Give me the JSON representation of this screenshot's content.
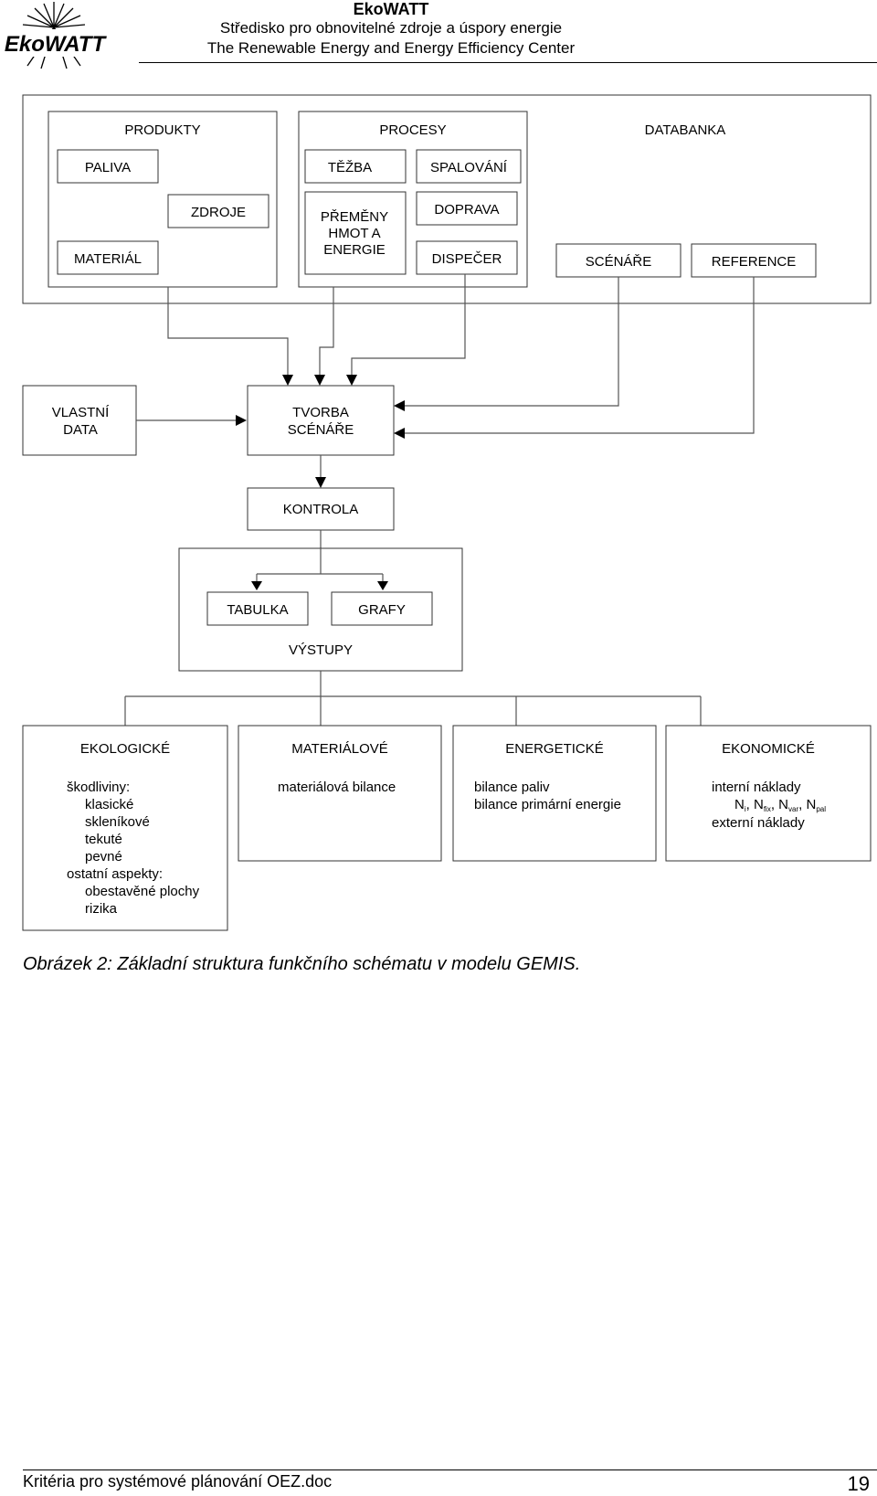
{
  "header": {
    "logo_text": "EkoWATT",
    "org": "EkoWATT",
    "line1": "Středisko pro obnovitelné zdroje a úspory energie",
    "line2": "The Renewable Energy and Energy Efficiency Center"
  },
  "diagram": {
    "produkty": {
      "title": "PRODUKTY",
      "paliva": "PALIVA",
      "zdroje": "ZDROJE",
      "material": "MATERIÁL"
    },
    "procesy": {
      "title": "PROCESY",
      "tezba": "TĚŽBA",
      "spalovani": "SPALOVÁNÍ",
      "premeny": [
        "PŘEMĚNY",
        "HMOT A",
        "ENERGIE"
      ],
      "doprava": "DOPRAVA",
      "dispecer": "DISPEČER"
    },
    "databanka": {
      "title": "DATABANKA",
      "scenare": "SCÉNÁŘE",
      "reference": "REFERENCE"
    },
    "vlastni_data": [
      "VLASTNÍ",
      "DATA"
    ],
    "tvorba_scenare": [
      "TVORBA",
      "SCÉNÁŘE"
    ],
    "kontrola": "KONTROLA",
    "vystupy": {
      "title": "VÝSTUPY",
      "tabulka": "TABULKA",
      "grafy": "GRAFY"
    },
    "ekologicke": {
      "title": "EKOLOGICKÉ",
      "lines": [
        "škodliviny:",
        "klasické",
        "skleníkové",
        "tekuté",
        "pevné",
        "ostatní aspekty:",
        "obestavěné plochy",
        "rizika"
      ]
    },
    "materialove": {
      "title": "MATERIÁLOVÉ",
      "lines": [
        "materiálová bilance"
      ]
    },
    "energeticke": {
      "title": "ENERGETICKÉ",
      "lines": [
        "bilance paliv",
        "bilance primární energie"
      ]
    },
    "ekonomicke": {
      "title": "EKONOMICKÉ",
      "line1": "interní náklady",
      "n": "N",
      "sub_i": "i",
      "sub_fix": "fix",
      "sub_var": "var",
      "sub_pal": "pal",
      "sep": ", ",
      "line3": "externí náklady"
    }
  },
  "caption": "Obrázek 2: Základní struktura funkčního schématu v modelu GEMIS.",
  "footer": {
    "left": "Kritéria pro systémové plánování OEZ.doc",
    "page": "19"
  }
}
